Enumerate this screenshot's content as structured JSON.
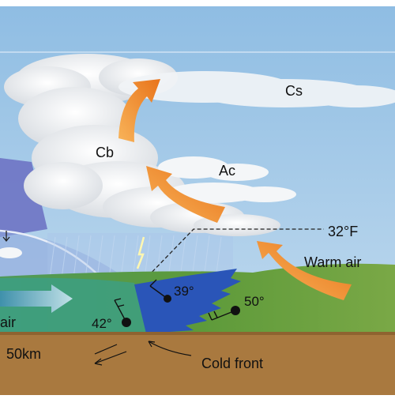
{
  "labels": {
    "cs": "Cs",
    "cb": "Cb",
    "ac": "Ac",
    "freezing_line": "32°F",
    "warm_air": "Warm air",
    "cold_air_partial": "air",
    "temp_39": "39°",
    "temp_50": "50°",
    "temp_42": "42°",
    "distance": "50km",
    "cold_front": "Cold front"
  },
  "colors": {
    "sky_top": "#8fbde3",
    "sky_bottom": "#a9cdea",
    "cold_airmass": "#6f73c4",
    "ground": "#a9793f",
    "grass": "#5c9a3a",
    "front_blue": "#2a55b8",
    "arrow_orange": "#f28a20",
    "arrow_cold": "#7fb6d6"
  }
}
